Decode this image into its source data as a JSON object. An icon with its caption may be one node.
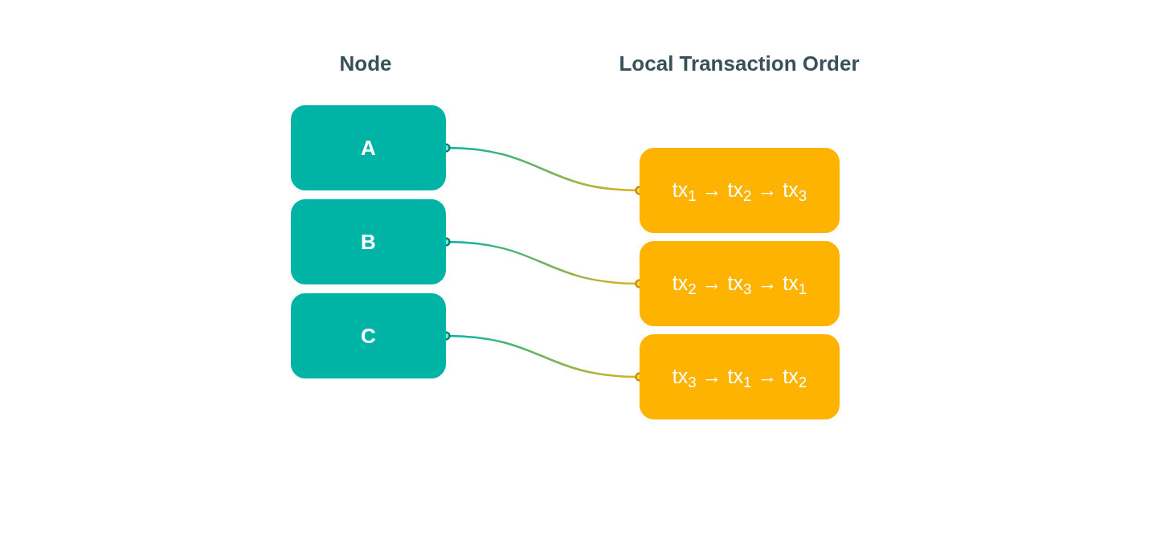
{
  "diagram": {
    "nodes": [
      {
        "text": [
          "A"
        ]
      },
      {
        "text": [
          "B"
        ]
      },
      {
        "text": [
          "C"
        ]
      },
      {
        "text": [
          "tx$_{1}$ → tx$_{2}$ → tx$_{3}$"
        ]
      },
      {
        "text": [
          "tx$_{2}$ → tx$_{3}$ → tx$_{1}$"
        ]
      },
      {
        "text": [
          "tx$_{3}$ → tx$_{1}$ → tx$_{2}$"
        ]
      }
    ],
    "edges": [
      {
        "from": 0,
        "to": 3,
        "arrow": "other"
      },
      {
        "from": 1,
        "to": 4,
        "arrow": "other"
      },
      {
        "from": 2,
        "to": 5,
        "arrow": "other"
      }
    ],
    "labels": [
      "Node",
      "Local Transaction Order"
    ]
  }
}
